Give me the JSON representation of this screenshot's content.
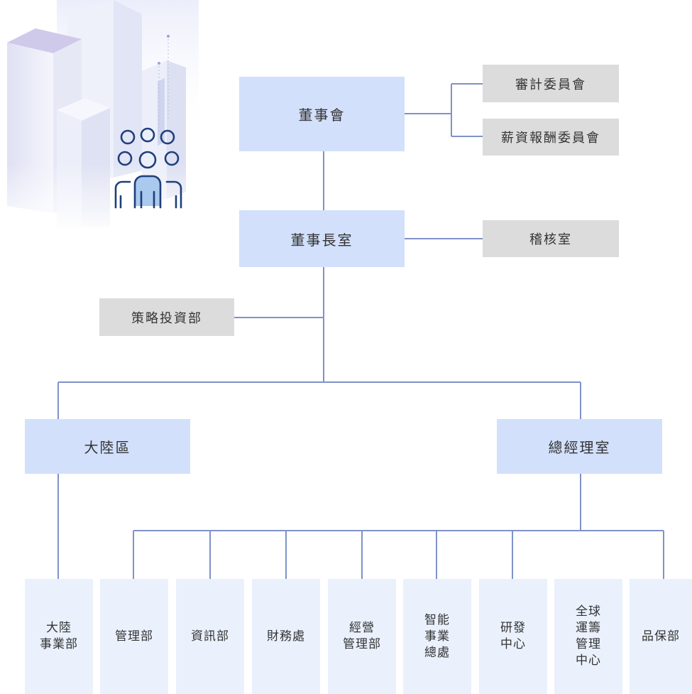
{
  "illustration": {
    "icon": "people-group-icon",
    "theme": "city-buildings"
  },
  "colors": {
    "primary_box": "#d2e0fb",
    "secondary_box": "#dcdcdc",
    "leaf_box": "#eaf1fd",
    "line": "#7f92c8",
    "icon": "#1f3f7a"
  },
  "org": {
    "board": "董事會",
    "audit_committee": "審計委員會",
    "compensation_committee": "薪資報酬委員會",
    "chairman_office": "董事長室",
    "internal_audit": "稽核室",
    "strategic_investment": "策略投資部",
    "mainland_region": "大陸區",
    "president_office": "總經理室",
    "departments": [
      "大陸\n事業部",
      "管理部",
      "資訊部",
      "財務處",
      "經營\n管理部",
      "智能\n事業\n總處",
      "研發\n中心",
      "全球\n運籌\n管理\n中心",
      "品保部"
    ]
  }
}
